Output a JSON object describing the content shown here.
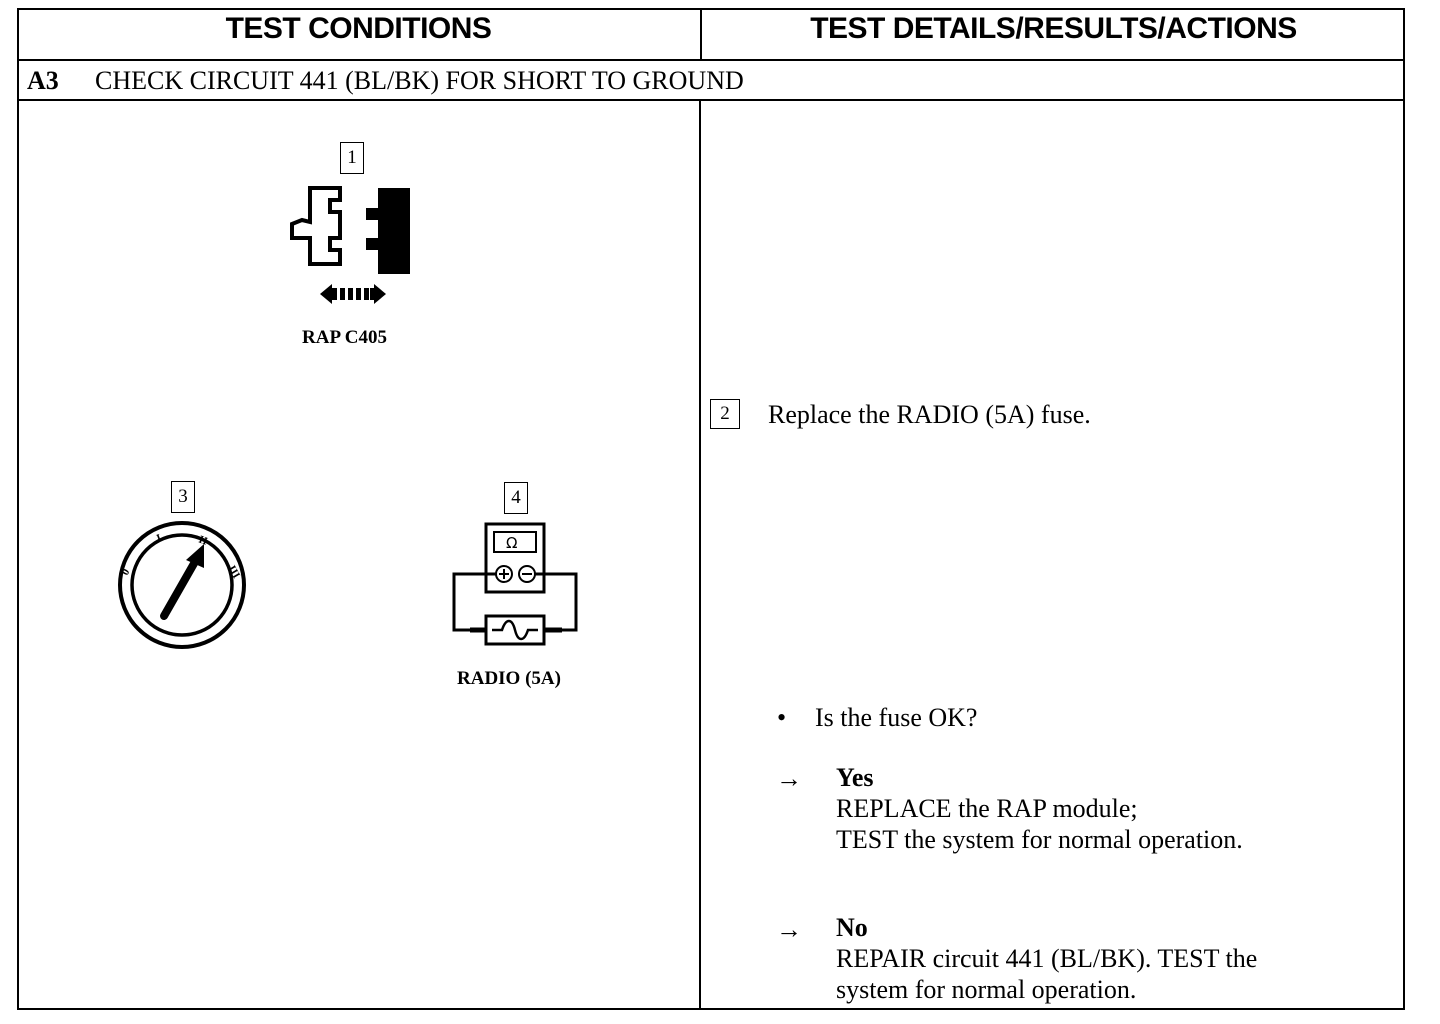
{
  "header": {
    "left": "TEST CONDITIONS",
    "right": "TEST DETAILS/RESULTS/ACTIONS"
  },
  "step": {
    "id": "A3",
    "title": "CHECK CIRCUIT 441 (BL/BK) FOR SHORT TO GROUND"
  },
  "conditions": [
    {
      "num": "1",
      "caption": "RAP C405",
      "icon": "connector-disconnect-icon"
    },
    {
      "num": "3",
      "caption": "",
      "icon": "ignition-switch-icon"
    },
    {
      "num": "4",
      "caption": "RADIO (5A)",
      "icon": "ohmmeter-fuse-icon",
      "meter_symbol": "Ω"
    }
  ],
  "details": {
    "step_num": "2",
    "instruction": "Replace the RADIO (5A) fuse.",
    "bullet": "•",
    "question": "Is the fuse OK?",
    "arrow": "→",
    "yes_label": "Yes",
    "yes_line1": "REPLACE the RAP module;",
    "yes_line2": "TEST the system for normal operation.",
    "no_label": "No",
    "no_line1": "REPAIR circuit 441 (BL/BK). TEST the",
    "no_line2": "system for normal operation."
  }
}
